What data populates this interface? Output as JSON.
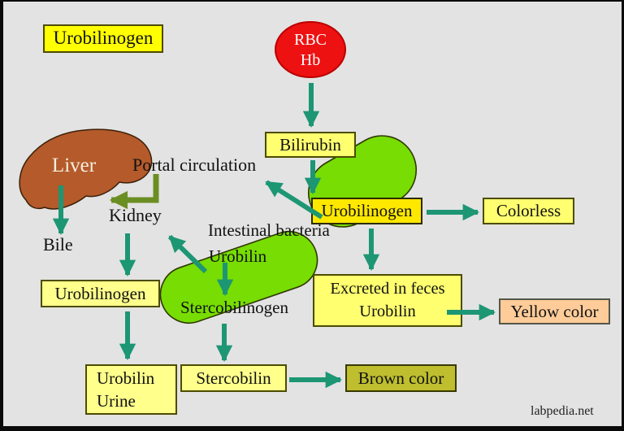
{
  "watermark": "labpedia.net",
  "colors": {
    "background": "#e3e3e3",
    "frame": "#0a0a0a",
    "arrow_teal": "#1d9674",
    "arrow_portal_olive": "#6b8e23",
    "intestine_green": "#77dd02",
    "intestine_outline": "#303800",
    "liver_brown": "#b45a2b",
    "rbc_red": "#ee1111",
    "box_bright_yellow": "#ffff00",
    "box_gold_yellow": "#ffe800",
    "box_light_yellow": "#ffff70",
    "box_pale_yellow": "#ffff8c",
    "box_olive": "#bebe2e",
    "box_peach": "#ffcc99"
  },
  "boxes": {
    "legend": {
      "label": "Urobilinogen"
    },
    "bilirubin": {
      "label": "Bilirubin"
    },
    "urobilinogen_mid": {
      "label": "Urobilinogen"
    },
    "colorless": {
      "label": "Colorless"
    },
    "excreted": {
      "line1": "Excreted in feces",
      "line2": "Urobilin"
    },
    "yellow_color": {
      "label": "Yellow color"
    },
    "urobilinogen_left": {
      "label": "Urobilinogen"
    },
    "urobilin_urine": {
      "line1": "Urobilin",
      "line2": "Urine"
    },
    "stercobilin": {
      "label": "Stercobilin"
    },
    "brown_color": {
      "label": "Brown color"
    }
  },
  "shapes": {
    "rbc": {
      "line1": "RBC",
      "line2": "Hb"
    },
    "liver": {
      "label": "Liver"
    }
  },
  "labels": {
    "portal_circulation": "Portal circulation",
    "kidney": "Kidney",
    "bile": "Bile",
    "intestinal_bacteria": "Intestinal bacteria",
    "urobilin": "Urobilin",
    "stercobilinogen": "Stercobilinogen"
  }
}
